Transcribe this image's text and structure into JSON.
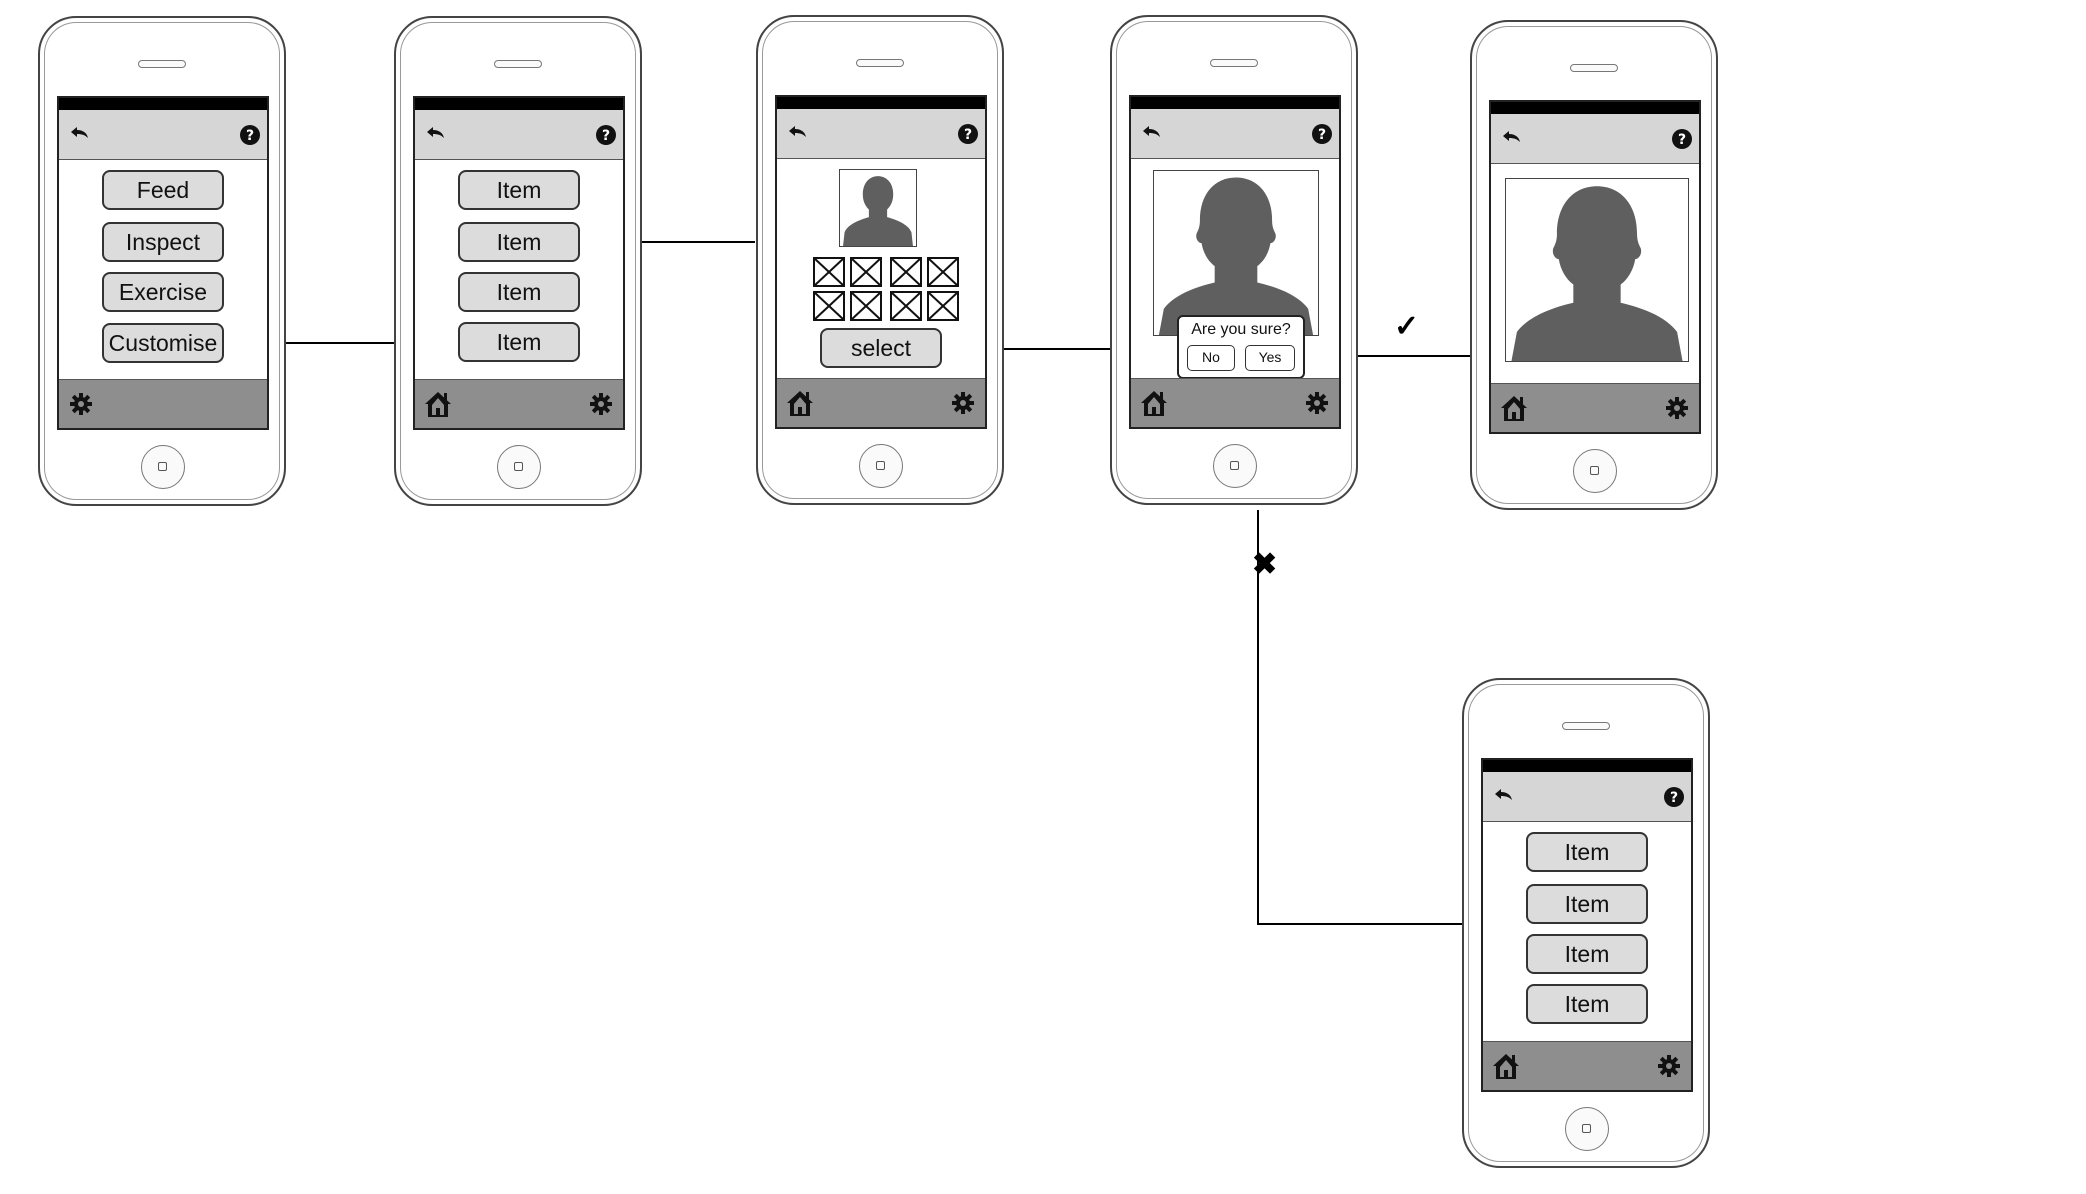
{
  "colors": {
    "top_bar": "#d6d6d6",
    "bottom_bar": "#8e8e8e",
    "status_bar": "#000000",
    "button_fill": "#dcdcdc",
    "silhouette": "#5f5f5f"
  },
  "screens": {
    "main_menu": {
      "buttons": [
        "Feed",
        "Inspect",
        "Exercise",
        "Customise"
      ]
    },
    "item_list": {
      "buttons": [
        "Item",
        "Item",
        "Item",
        "Item"
      ]
    },
    "picker": {
      "select_label": "select"
    },
    "confirm": {
      "question": "Are you sure?",
      "no_label": "No",
      "yes_label": "Yes"
    },
    "item_list_2": {
      "buttons": [
        "Item",
        "Item",
        "Item",
        "Item"
      ]
    }
  },
  "flow": {
    "yes_mark": "✓",
    "no_mark": "✖"
  },
  "icons": [
    "back-arrow-icon",
    "help-icon",
    "home-icon",
    "gear-icon"
  ]
}
